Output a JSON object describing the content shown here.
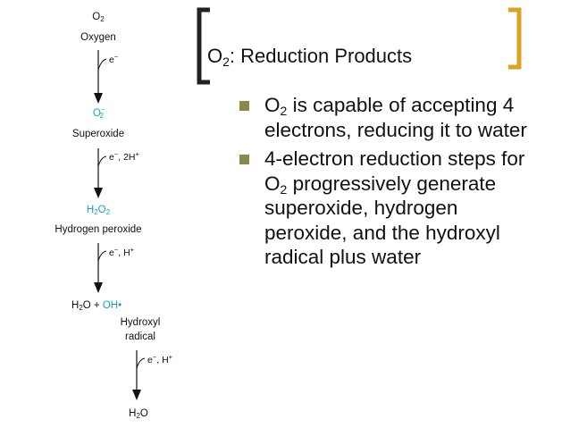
{
  "diagram": {
    "o2": {
      "formula": "O",
      "sub": "2",
      "name": "Oxygen"
    },
    "step1": {
      "reagent": "e",
      "sup": "−"
    },
    "superoxide": {
      "formula": "O",
      "sub": "2",
      "sup": "−",
      "name": "Superoxide"
    },
    "step2": {
      "reagent_a": "e",
      "sup_a": "−",
      "reagent_b": ", 2H",
      "sup_b": "+"
    },
    "peroxide": {
      "formula_a": "H",
      "sub_a": "2",
      "formula_b": "O",
      "sub_b": "2",
      "name": "Hydrogen peroxide"
    },
    "step3": {
      "reagent_a": "e",
      "sup_a": "−",
      "reagent_b": ", H",
      "sup_b": "+"
    },
    "hydroxyl": {
      "water_a": "H",
      "water_sub": "2",
      "water_b": "O + ",
      "radical": "OH•",
      "name_line1": "Hydroxyl",
      "name_line2": "radical"
    },
    "step4": {
      "reagent_a": "e",
      "sup_a": "−",
      "reagent_b": ", H",
      "sup_b": "+"
    },
    "water": {
      "formula_a": "H",
      "sub": "2",
      "formula_b": "O"
    },
    "colors": {
      "reactive_species": "#1f9fbf",
      "text": "#111111"
    }
  },
  "slide": {
    "title_a": "O",
    "title_sub": "2",
    "title_b": ": Reduction Products",
    "bullets": [
      {
        "text_a": "O",
        "sub": "2",
        "text_b": " is capable of accepting 4 electrons, reducing it to water"
      },
      {
        "text_a": "4-electron reduction steps for O",
        "sub": "2",
        "text_b": " progressively generate superoxide, hydrogen peroxide, and the hydroxyl radical plus water"
      }
    ],
    "colors": {
      "bracket": "#d9a521",
      "bracket_left": "#222222",
      "bullet": "#8a8a48"
    }
  }
}
